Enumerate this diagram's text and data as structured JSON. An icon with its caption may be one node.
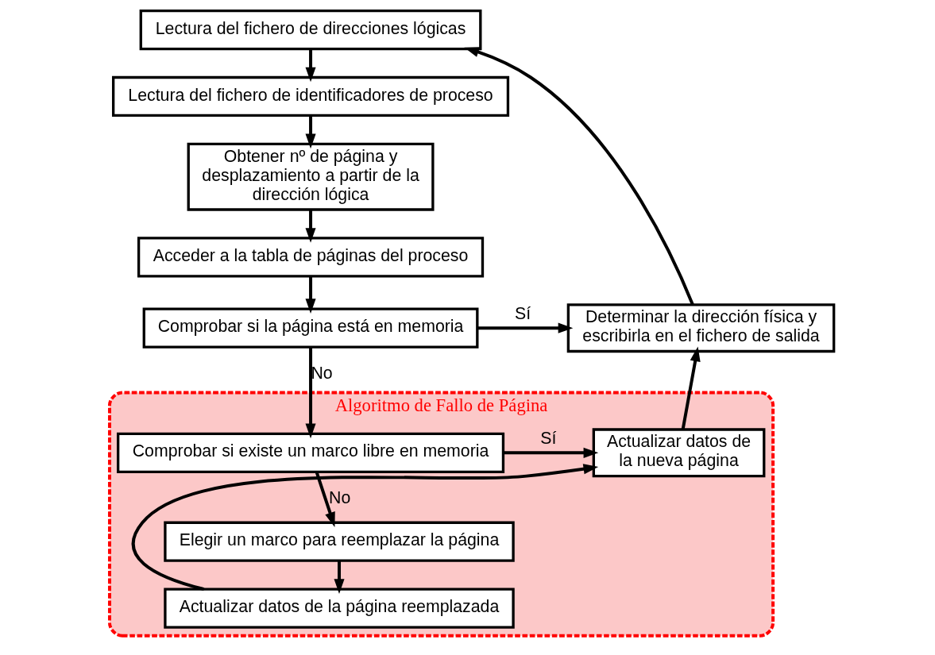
{
  "diagram": {
    "nodes": [
      {
        "text": [
          "Lectura del fichero de direcciones lógicas"
        ]
      },
      {
        "text": [
          "Lectura del fichero de identificadores de proceso"
        ]
      },
      {
        "text": [
          "Obtener nº de página y desplazamiento a partir de la dirección lógica"
        ]
      },
      {
        "text": [
          "Acceder a la tabla de páginas del proceso"
        ]
      },
      {
        "text": [
          "Comprobar si la página está en memoria"
        ]
      },
      {
        "text": [
          "Determinar la dirección física y escribirla en el fichero de salida"
        ]
      },
      {
        "text": [
          "Algoritmo de Fallo de Página"
        ]
      },
      {
        "text": [
          "Comprobar si existe un marco libre en memoria"
        ],
        "in": 6
      },
      {
        "text": [
          "Actualizar datos de la nueva página"
        ],
        "in": 6
      },
      {
        "text": [
          "Elegir un marco para reemplazar la página"
        ],
        "in": 6
      },
      {
        "text": [
          "Actualizar datos de la página reemplazada"
        ],
        "in": 6
      }
    ],
    "edges": [
      {
        "from": 0,
        "to": 1,
        "arrow": "to"
      },
      {
        "from": 1,
        "to": 2,
        "arrow": "to"
      },
      {
        "from": 2,
        "to": 3,
        "arrow": "to"
      },
      {
        "from": 3,
        "to": 4,
        "arrow": "to"
      },
      {
        "from": 4,
        "to": 5,
        "arrow": "to",
        "label": "Sí"
      },
      {
        "from": 4,
        "to": 7,
        "arrow": "to",
        "label": "No"
      },
      {
        "from": 7,
        "to": 8,
        "arrow": "to",
        "label": "Sí"
      },
      {
        "from": 7,
        "to": 9,
        "arrow": "to",
        "label": "No"
      },
      {
        "from": 9,
        "to": 10,
        "arrow": "to"
      },
      {
        "from": 10,
        "to": 8,
        "arrow": "to"
      },
      {
        "from": 8,
        "to": 5,
        "arrow": "to"
      },
      {
        "from": 5,
        "to": 0,
        "arrow": "to"
      }
    ]
  }
}
